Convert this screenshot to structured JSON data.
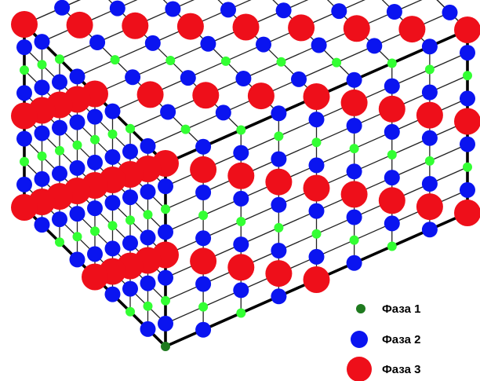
{
  "colors": {
    "phase1": "#1f7a1f",
    "phase2": "#0a14f0",
    "phase3": "#ee0f1a",
    "minor": "#33ff33",
    "edge": "#000000",
    "line": "#222222"
  },
  "legend": [
    {
      "label": "Фаза 1",
      "color": "#1f7a1f"
    },
    {
      "label": "Фаза 2",
      "color": "#0a14f0"
    },
    {
      "label": "Фаза 3",
      "color": "#ee0f1a"
    }
  ]
}
